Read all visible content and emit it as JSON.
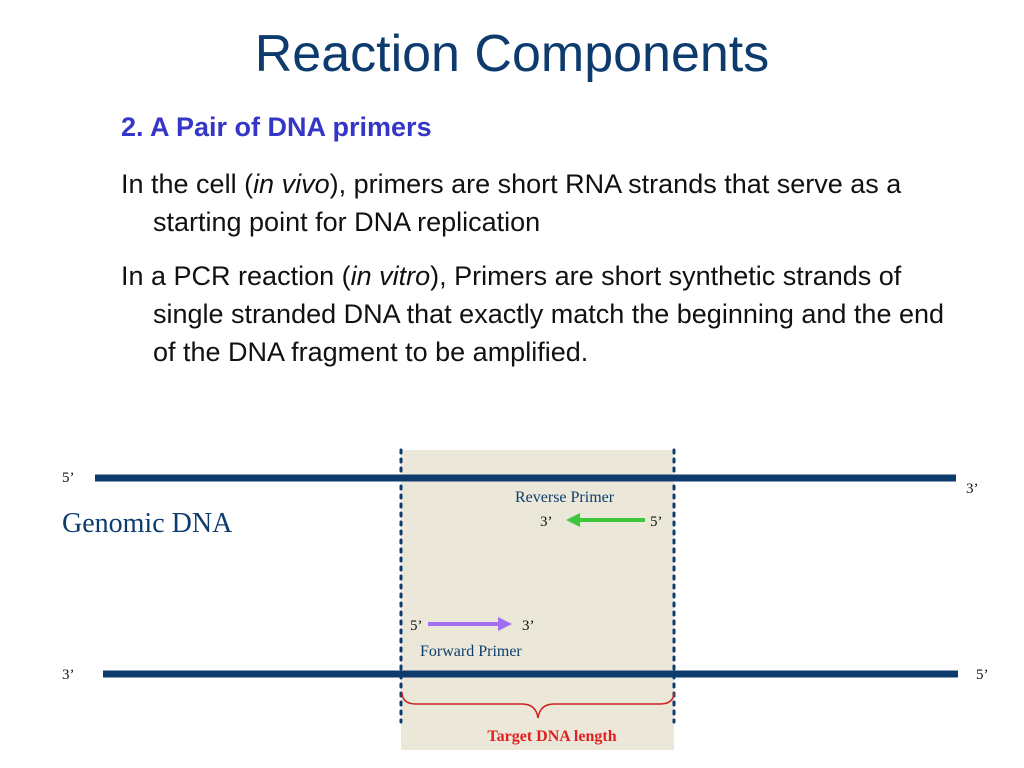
{
  "slide": {
    "title": "Reaction Components",
    "heading": "2.  A Pair of DNA primers",
    "para1": {
      "before": "In the cell (",
      "italic": "in vivo",
      "after": "), primers are short RNA strands that serve as a starting point for DNA replication"
    },
    "para2": {
      "before": "In a PCR reaction (",
      "italic": "in vitro",
      "after": "), Primers are short synthetic strands of single stranded DNA that exactly match the beginning and the end of the DNA fragment to be amplified."
    }
  },
  "diagram": {
    "genomic_label": "Genomic DNA",
    "top_strand": {
      "left_end": "5’",
      "right_end": "3’"
    },
    "bottom_strand": {
      "left_end": "3’",
      "right_end": "5’"
    },
    "reverse_primer": {
      "label": "Reverse Primer",
      "left_end": "3’",
      "right_end": "5’"
    },
    "forward_primer": {
      "label": "Forward Primer",
      "left_end": "5’",
      "right_end": "3’"
    },
    "target_label": "Target DNA length",
    "colors": {
      "strand": "#0d3b6e",
      "target_region": "#ebe8d9",
      "reverse_arrow": "#3cc83c",
      "forward_arrow": "#a070f0",
      "bracket": "#cc2222"
    }
  }
}
